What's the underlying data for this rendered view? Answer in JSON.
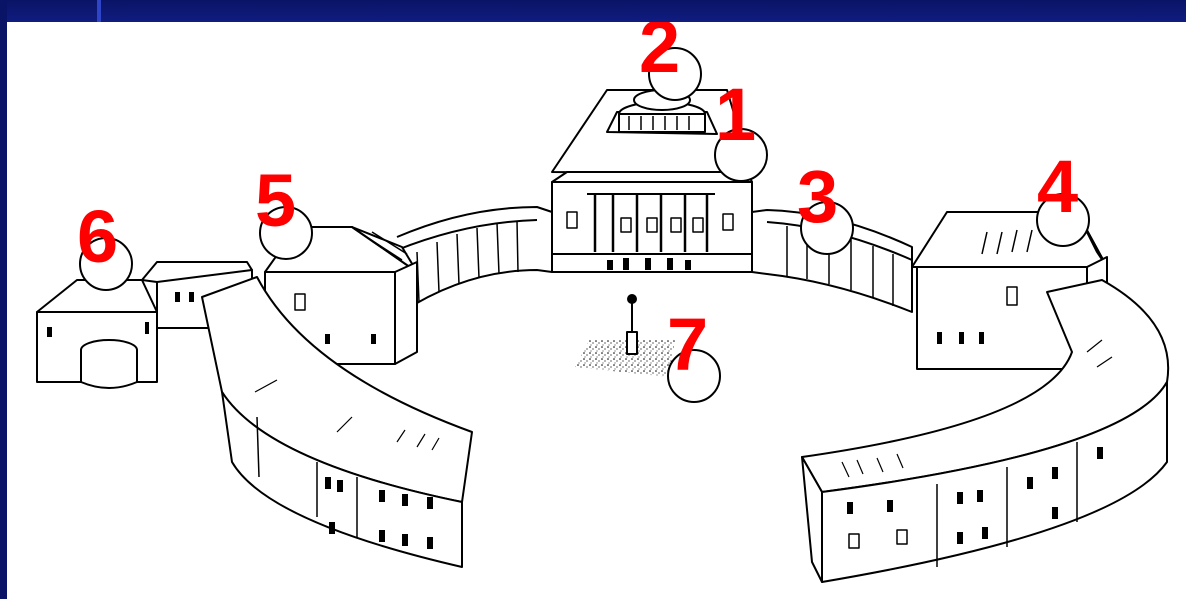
{
  "slide": {
    "background_color": "#0b1670",
    "accent_color": "#2f45c9",
    "canvas_color": "#ffffff"
  },
  "illustration": {
    "subject": "estate-ensemble-sketch",
    "markers": [
      {
        "id": "m1",
        "label": "1"
      },
      {
        "id": "m2",
        "label": "2"
      },
      {
        "id": "m3",
        "label": "3"
      },
      {
        "id": "m4",
        "label": "4"
      },
      {
        "id": "m5",
        "label": "5"
      },
      {
        "id": "m6",
        "label": "6"
      },
      {
        "id": "m7",
        "label": "7"
      }
    ],
    "marker_color": "#ff0000"
  }
}
